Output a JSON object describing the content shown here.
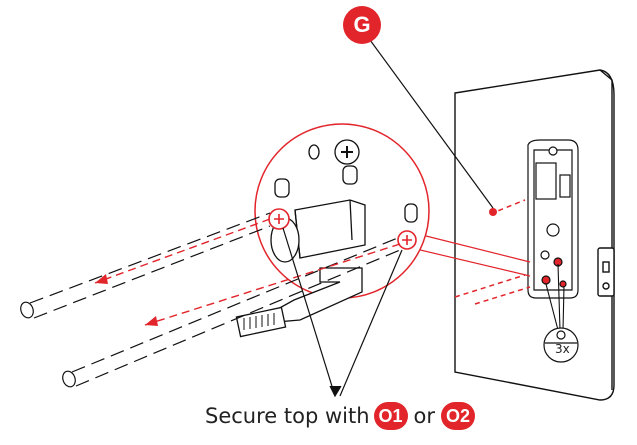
{
  "step_badge": {
    "letter": "G",
    "color": "#e2252b"
  },
  "caption": {
    "prefix": "Secure top with",
    "option_1": "O1",
    "connector": "or",
    "option_2": "O2"
  },
  "quantity_label": "3x",
  "colors": {
    "accent": "#e2252b",
    "line": "#111111",
    "fill": "#ffffff"
  }
}
